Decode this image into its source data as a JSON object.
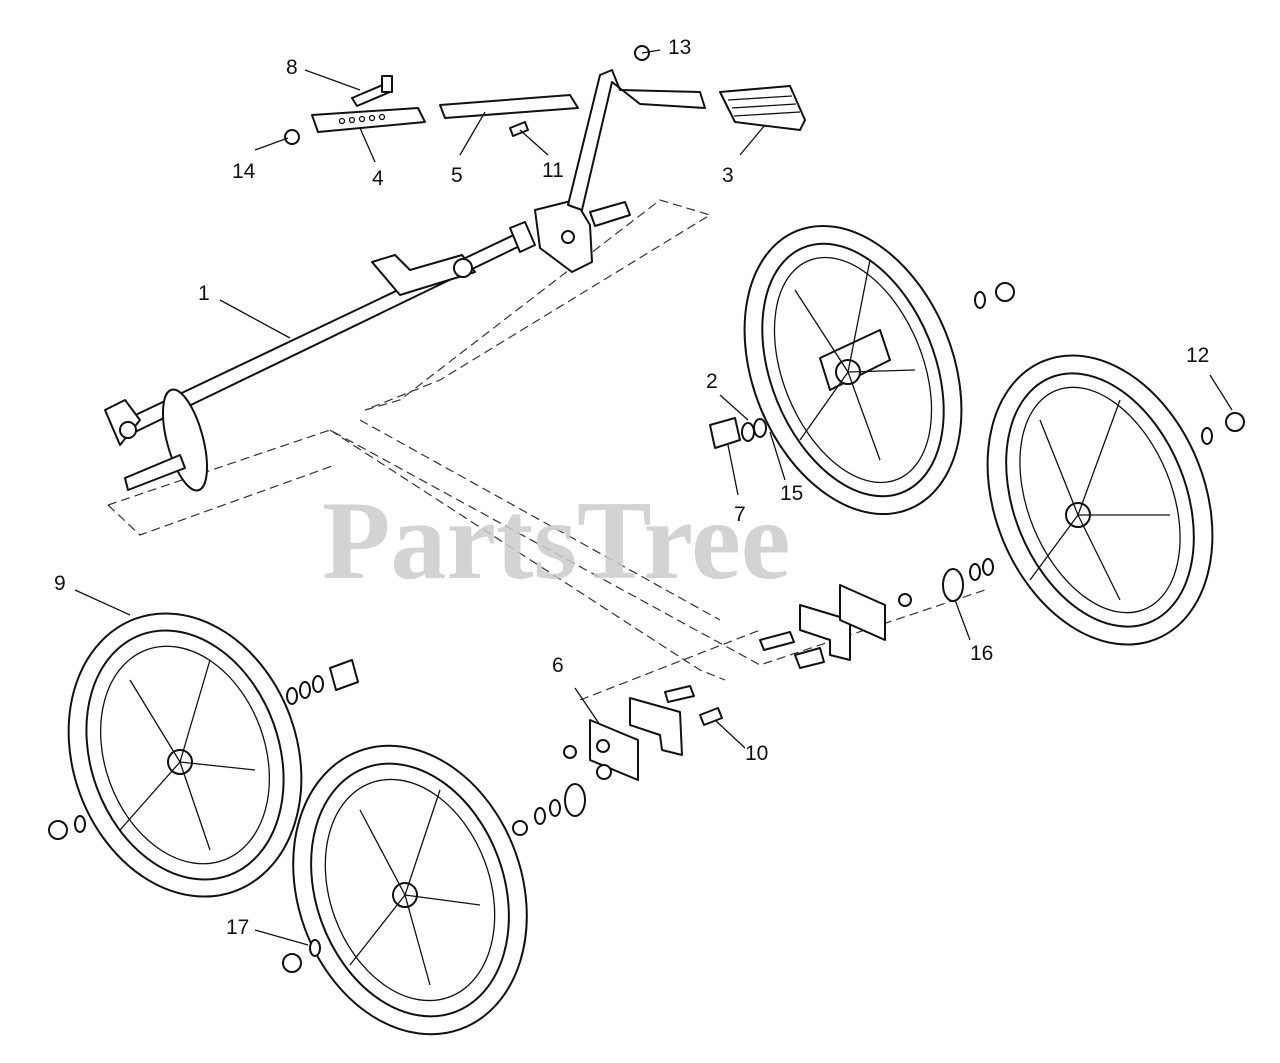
{
  "watermark": "PartsTree",
  "callouts": [
    {
      "id": "1",
      "label": "1"
    },
    {
      "id": "2",
      "label": "2"
    },
    {
      "id": "3",
      "label": "3"
    },
    {
      "id": "4",
      "label": "4"
    },
    {
      "id": "5",
      "label": "5"
    },
    {
      "id": "6",
      "label": "6"
    },
    {
      "id": "7",
      "label": "7"
    },
    {
      "id": "8",
      "label": "8"
    },
    {
      "id": "9",
      "label": "9"
    },
    {
      "id": "10",
      "label": "10"
    },
    {
      "id": "11",
      "label": "11"
    },
    {
      "id": "12",
      "label": "12"
    },
    {
      "id": "13",
      "label": "13"
    },
    {
      "id": "14",
      "label": "14"
    },
    {
      "id": "15",
      "label": "15"
    },
    {
      "id": "16",
      "label": "16"
    },
    {
      "id": "17",
      "label": "17"
    }
  ]
}
